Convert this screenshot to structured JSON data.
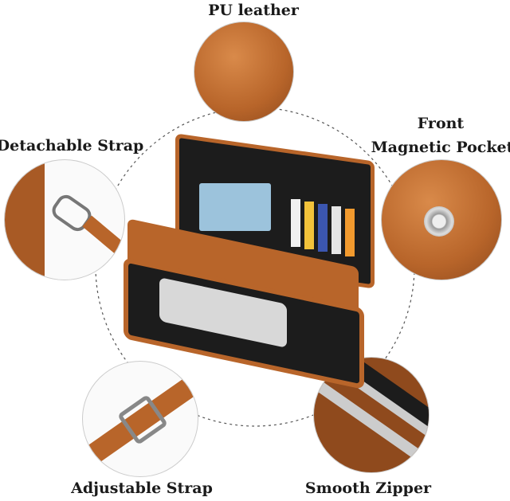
{
  "labels": {
    "top": "PU leather",
    "right_line1": "Front",
    "right_line2": "Magnetic Pocket",
    "left": "Detachable Strap",
    "bottom_left": "Adjustable Strap",
    "bottom_right": "Smooth Zipper"
  },
  "colors": {
    "leather": "#b8652a",
    "lining": "#1c1c1c",
    "zipper": "#b0b0b0"
  }
}
